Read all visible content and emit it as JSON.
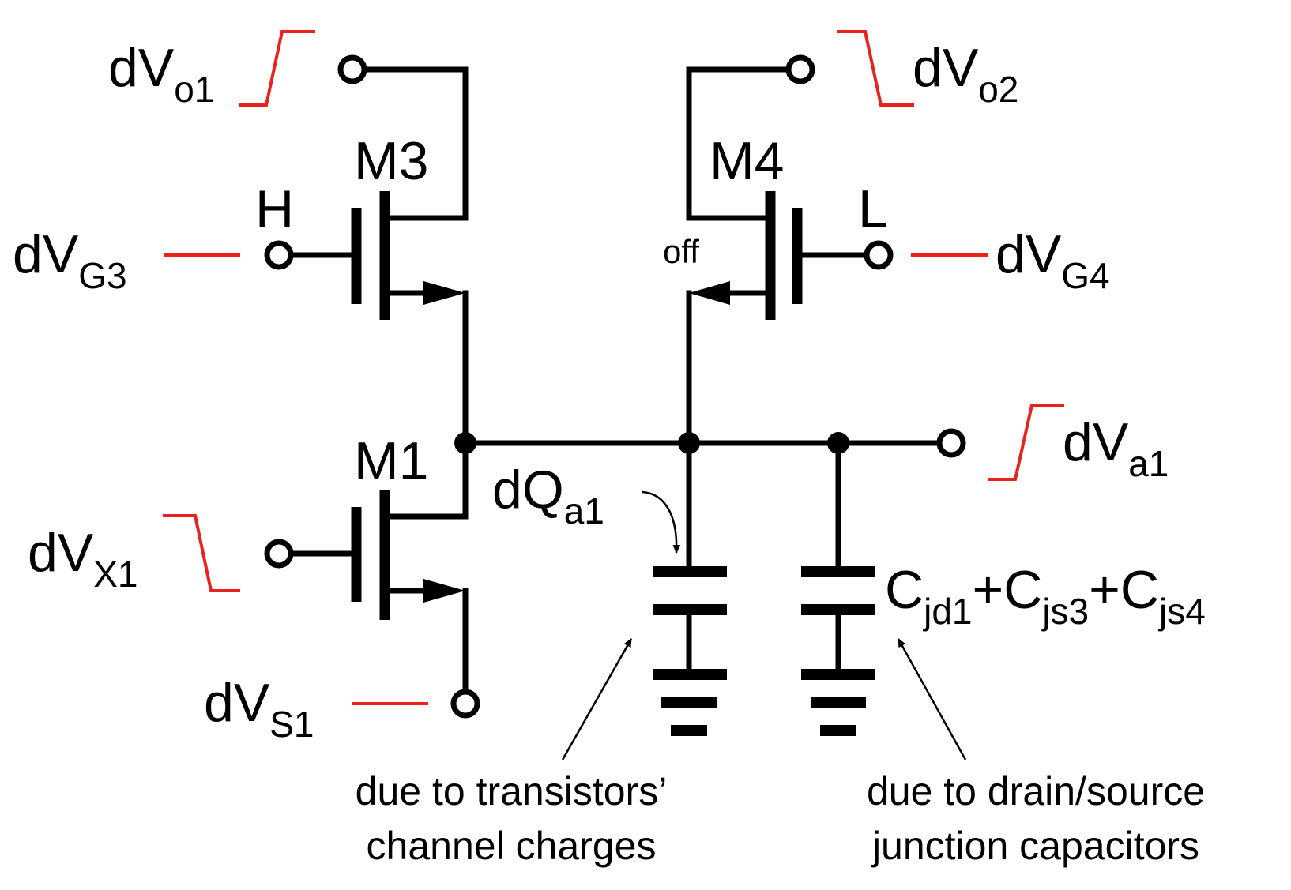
{
  "transistors": {
    "m3": "M3",
    "m4": "M4",
    "m1": "M1"
  },
  "gate_states": {
    "m3_state": "H",
    "m4_state": "L",
    "m4_status": "off"
  },
  "signals": {
    "vo1": {
      "main": "dV",
      "sub": "o1"
    },
    "vo2": {
      "main": "dV",
      "sub": "o2"
    },
    "vg3": {
      "main": "dV",
      "sub": "G3"
    },
    "vg4": {
      "main": "dV",
      "sub": "G4"
    },
    "va1": {
      "main": "dV",
      "sub": "a1"
    },
    "vx1": {
      "main": "dV",
      "sub": "X1"
    },
    "vs1": {
      "main": "dV",
      "sub": "S1"
    },
    "qa1": {
      "main": "dQ",
      "sub": "a1"
    }
  },
  "junction_cap": {
    "c": "C",
    "jd1": "jd1",
    "plus": "+",
    "js3": "js3",
    "js4": "js4"
  },
  "notes": {
    "channel_line1": "due to transistors’",
    "channel_line2": "channel charges",
    "junction_line1": "due to drain/source",
    "junction_line2": "junction capacitors"
  },
  "colors": {
    "wire": "#000000",
    "waveform": "#e8221c",
    "background": "#ffffff"
  }
}
